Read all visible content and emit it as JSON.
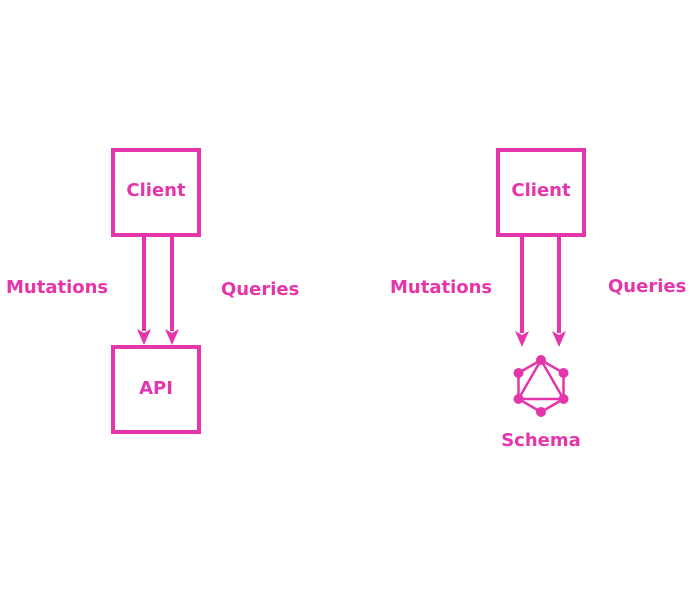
{
  "colors": {
    "accent": "#e535ab",
    "background": "#ffffff"
  },
  "left": {
    "client_label": "Client",
    "api_label": "API",
    "mutations_label": "Mutations",
    "queries_label": "Queries"
  },
  "right": {
    "client_label": "Client",
    "schema_label": "Schema",
    "mutations_label": "Mutations",
    "queries_label": "Queries",
    "schema_icon": "graphql-logo-icon"
  }
}
